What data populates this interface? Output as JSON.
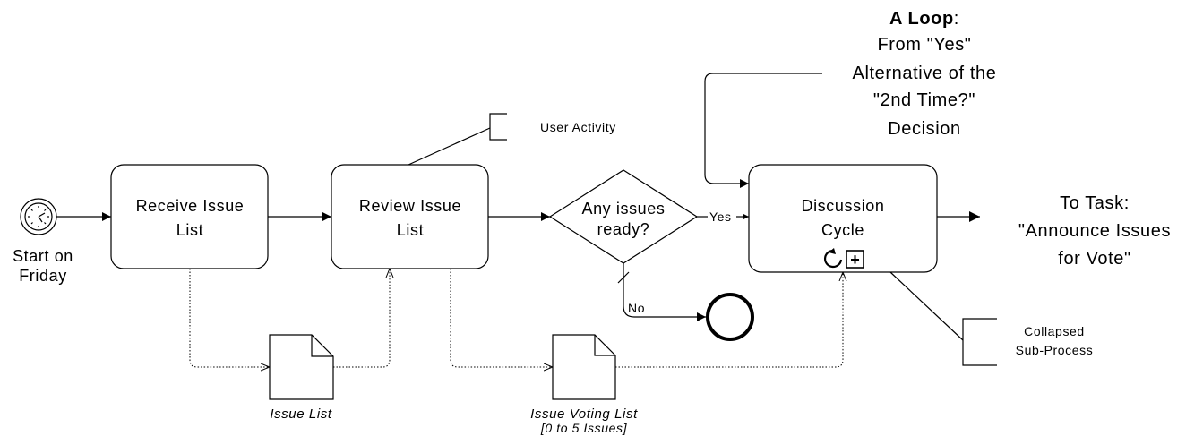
{
  "start_event": {
    "label_line1": "Start on",
    "label_line2": "Friday"
  },
  "tasks": {
    "receive": {
      "line1": "Receive Issue",
      "line2": "List"
    },
    "review": {
      "line1": "Review Issue",
      "line2": "List"
    },
    "discussion": {
      "line1": "Discussion",
      "line2": "Cycle"
    }
  },
  "gateway": {
    "line1": "Any issues",
    "line2": "ready?",
    "yes_label": "Yes",
    "no_label": "No"
  },
  "annotations": {
    "user_activity": "User Activity",
    "collapsed_line1": "Collapsed",
    "collapsed_line2": "Sub-Process",
    "loop_bold": "A Loop",
    "loop_colon": ":",
    "loop_line2": "From \"Yes\"",
    "loop_line3": "Alternative of the",
    "loop_line4": "\"2nd Time?\"",
    "loop_line5": "Decision"
  },
  "data_objects": {
    "issue_list": "Issue List",
    "voting_list_line1": "Issue Voting  List",
    "voting_list_line2": "[0 to 5 Issues]"
  },
  "off_page": {
    "line1": "To Task:",
    "line2": "\"Announce Issues",
    "line3": "for Vote\""
  },
  "markers": {
    "subprocess": "+"
  }
}
